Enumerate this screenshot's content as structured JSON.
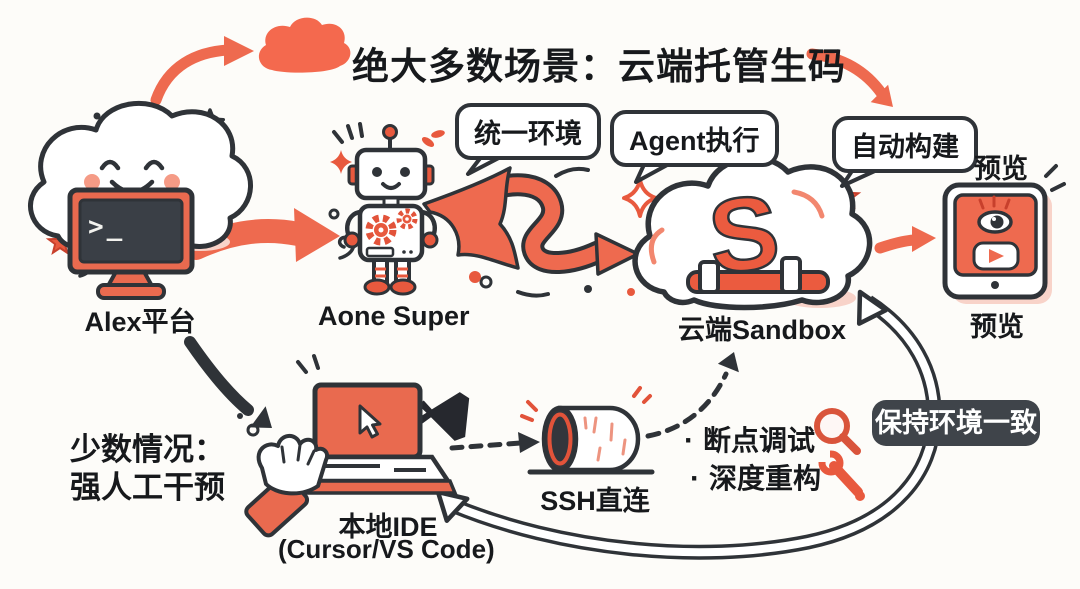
{
  "title": "绝大多数场景：云端托管生码",
  "bubbles": {
    "env": "统一环境",
    "agent": "Agent执行",
    "build": "自动构建"
  },
  "nodes": {
    "alex": {
      "label": "Alex平台",
      "terminal_prompt": ">_"
    },
    "robot": {
      "label": "Aone Super"
    },
    "sandbox": {
      "label": "云端Sandbox",
      "logo_letter": "S"
    },
    "preview": {
      "label_top": "预览",
      "label_bottom": "预览"
    },
    "local_ide": {
      "label": "本地IDE",
      "sublabel": "(Cursor/VS Code)"
    },
    "ssh": {
      "label": "SSH直连"
    }
  },
  "side_note": {
    "line1": "少数情况：",
    "line2": "强人工干预"
  },
  "bullets": {
    "items": [
      {
        "bullet": "·",
        "label": "断点调试",
        "icon": "magnifier-icon"
      },
      {
        "bullet": "·",
        "label": "深度重构",
        "icon": "wrench-icon"
      }
    ]
  },
  "badge": {
    "label": "保持环境一致"
  },
  "icons": {
    "cloud": "cloud-icon",
    "vscode": "vscode-logo-icon",
    "magnifier": "magnifier-icon",
    "wrench": "wrench-icon",
    "eye": "eye-icon",
    "play": "play-icon",
    "cursor": "cursor-icon"
  },
  "colors": {
    "accent": "#EE6A4F",
    "accent_deep": "#E2533A",
    "outline": "#2F3338",
    "screen_dark": "#3A3F46",
    "badge_bg": "#3F444A",
    "background": "#FDFCF9",
    "shade_pink": "#F8D3C9",
    "cheek": "#F59B86"
  }
}
